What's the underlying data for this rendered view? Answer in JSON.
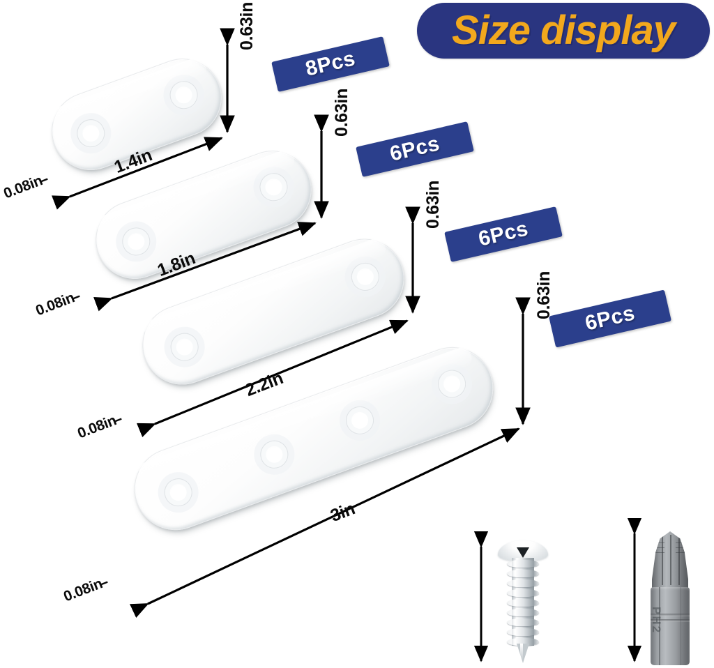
{
  "header": {
    "title": "Size display",
    "pill_color": "#2a3580",
    "text_color": "#f2a81d"
  },
  "badge_color": "#2b3f8c",
  "badge_text_color": "#ffffff",
  "plates": [
    {
      "id": "plate-1",
      "length": "1.4in",
      "height": "0.63in",
      "thickness": "0.08in",
      "quantity": "8Pcs",
      "holes": 2
    },
    {
      "id": "plate-2",
      "length": "1.8in",
      "height": "0.63in",
      "thickness": "0.08in",
      "quantity": "6Pcs",
      "holes": 2
    },
    {
      "id": "plate-3",
      "length": "2.2in",
      "height": "0.63in",
      "thickness": "0.08in",
      "quantity": "6Pcs",
      "holes": 2
    },
    {
      "id": "plate-4",
      "length": "3in",
      "height": "0.63in",
      "thickness": "0.08in",
      "quantity": "6Pcs",
      "holes": 4
    }
  ],
  "hardware": [
    {
      "id": "screw",
      "name": "countersunk-flat-head-screw",
      "label": ""
    },
    {
      "id": "driver-bit",
      "name": "phillips-driver-bit",
      "label": "PH2"
    }
  ],
  "thickness_tick_glyph": "I"
}
